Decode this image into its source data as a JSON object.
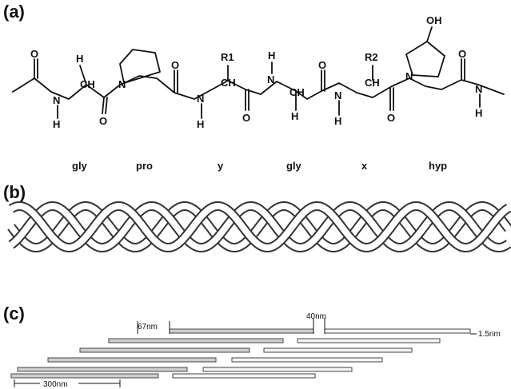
{
  "panels": {
    "a": {
      "label": "(a)",
      "residues": [
        "gly",
        "pro",
        "y",
        "gly",
        "x",
        "hyp"
      ],
      "atoms": {
        "oh": "OH",
        "r1": "R1",
        "r2": "R2",
        "h_top1": "H",
        "h_top2": "H",
        "ch1": "CH",
        "ch2": "CH",
        "ch3": "CH",
        "ch4": "CH",
        "n1": "N",
        "n2": "N",
        "n3": "N",
        "n4": "N",
        "n5": "N",
        "n6": "N",
        "n7": "N",
        "h_n1": "H",
        "h_n3": "H",
        "h_n5": "H",
        "h_n7": "H",
        "h_ch3": "H",
        "o1": "O",
        "o2": "O",
        "o3": "O",
        "o4": "O",
        "o5": "O",
        "o6": "O",
        "o7": "O"
      }
    },
    "b": {
      "label": "(b)"
    },
    "c": {
      "label": "(c)",
      "dim_67": "67nm",
      "dim_40": "40nm",
      "dim_15": "1.5nm",
      "dim_300": "300nm"
    }
  }
}
